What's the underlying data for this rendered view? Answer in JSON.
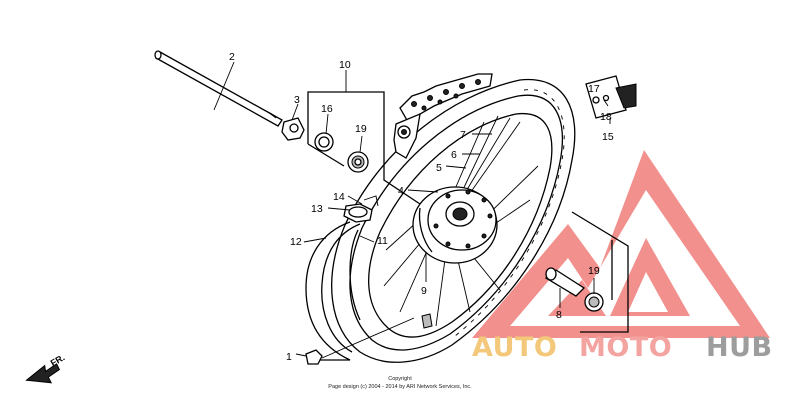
{
  "parts": [
    {
      "id": "1",
      "label": "1"
    },
    {
      "id": "2",
      "label": "2"
    },
    {
      "id": "3",
      "label": "3"
    },
    {
      "id": "4",
      "label": "4"
    },
    {
      "id": "5",
      "label": "5"
    },
    {
      "id": "6",
      "label": "6"
    },
    {
      "id": "7",
      "label": "7"
    },
    {
      "id": "8",
      "label": "8"
    },
    {
      "id": "9",
      "label": "9"
    },
    {
      "id": "10",
      "label": "10"
    },
    {
      "id": "11",
      "label": "11"
    },
    {
      "id": "12",
      "label": "12"
    },
    {
      "id": "13",
      "label": "13"
    },
    {
      "id": "14",
      "label": "14"
    },
    {
      "id": "15",
      "label": "15"
    },
    {
      "id": "16",
      "label": "16"
    },
    {
      "id": "17",
      "label": "17"
    },
    {
      "id": "18",
      "label": "18"
    },
    {
      "id": "19a",
      "label": "19"
    },
    {
      "id": "19b",
      "label": "19"
    }
  ],
  "direction_label": "FR.",
  "copyright": {
    "line1": "Copyright",
    "line2": "Page design (c) 2004 - 2014 by ARI Network Services, Inc."
  },
  "watermark": {
    "part1": "AUTO",
    "part2": "MOTO",
    "part3": "HUB",
    "colors": {
      "auto": "#f4c87a",
      "moto": "#f3a3a0",
      "hub": "#9d9d9d",
      "logo": "#ee6f6a"
    }
  }
}
